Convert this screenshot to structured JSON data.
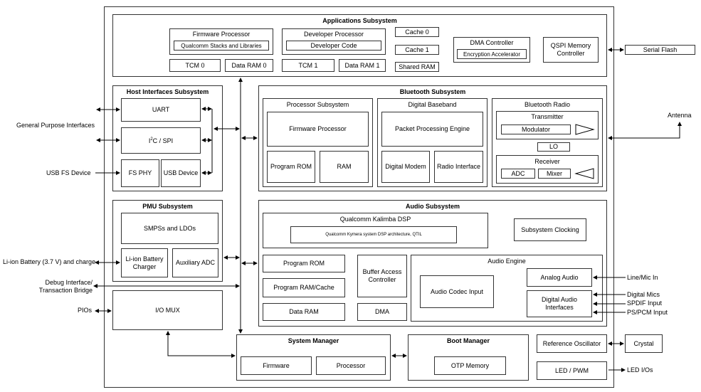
{
  "apps": {
    "title": "Applications Subsystem",
    "fw_proc": "Firmware Processor",
    "fw_stack": "Qualcomm Stacks and Libraries",
    "dev_proc": "Developer Processor",
    "dev_code": "Developer Code",
    "cache0": "Cache 0",
    "cache1": "Cache 1",
    "shared_ram": "Shared RAM",
    "tcm0": "TCM 0",
    "dram0": "Data RAM 0",
    "tcm1": "TCM 1",
    "dram1": "Data RAM 1",
    "dma": "DMA Controller",
    "enc": "Encryption Accelerator",
    "qspi": "QSPI Memory Controller"
  },
  "host": {
    "title": "Host Interfaces Subsystem",
    "uart": "UART",
    "i2c_pre": "I",
    "i2c_sup": "2",
    "i2c_post": "C / SPI",
    "fsphy": "FS PHY",
    "usbdev": "USB Device"
  },
  "bt": {
    "title": "Bluetooth Subsystem",
    "proc_title": "Processor Subsystem",
    "fw_proc": "Firmware Processor",
    "prom": "Program ROM",
    "ram": "RAM",
    "db_title": "Digital Baseband",
    "ppe": "Packet Processing Engine",
    "dmodem": "Digital Modem",
    "radio_if": "Radio Interface",
    "radio_title": "Bluetooth Radio",
    "tx": "Transmitter",
    "mod": "Modulator",
    "lo": "LO",
    "rx": "Receiver",
    "adc": "ADC",
    "mixer": "Mixer"
  },
  "pmu": {
    "title": "PMU Subsystem",
    "smps": "SMPSs and LDOs",
    "charger": "Li-ion Battery Charger",
    "aux_adc": "Auxiliary ADC"
  },
  "iomux": "I/O MUX",
  "audio": {
    "title": "Audio Subsystem",
    "dsp": "Qualcomm Kalimba DSP",
    "dsp_sub": "Qualcomm Kymera system DSP architecture, QTIL",
    "clocking": "Subsystem Clocking",
    "prom": "Program ROM",
    "pram": "Program RAM/Cache",
    "dram": "Data RAM",
    "bac": "Buffer Access Controller",
    "dma": "DMA",
    "engine": "Audio Engine",
    "codec": "Audio Codec Input",
    "analog": "Analog Audio",
    "digital": "Digital Audio Interfaces"
  },
  "sysmgr": {
    "title": "System Manager",
    "fw": "Firmware",
    "proc": "Processor"
  },
  "bootmgr": {
    "title": "Boot Manager",
    "otp": "OTP Memory"
  },
  "refosc": "Reference Oscillator",
  "crystal": "Crystal",
  "ledpwm": "LED / PWM",
  "ext": {
    "serial_flash": "Serial Flash",
    "antenna": "Antenna",
    "gpi": "General Purpose Interfaces",
    "usbfs": "USB FS Device",
    "battery": "Li-ion Battery (3.7 V) and charge",
    "debug": "Debug Interface/\nTransaction Bridge",
    "pios": "PIOs",
    "linemic": "Line/Mic In",
    "dmics": "Digital Mics",
    "spdif": "SPDIF Input",
    "pspcm": "PS/PCM Input",
    "ledio": "LED I/Os"
  }
}
